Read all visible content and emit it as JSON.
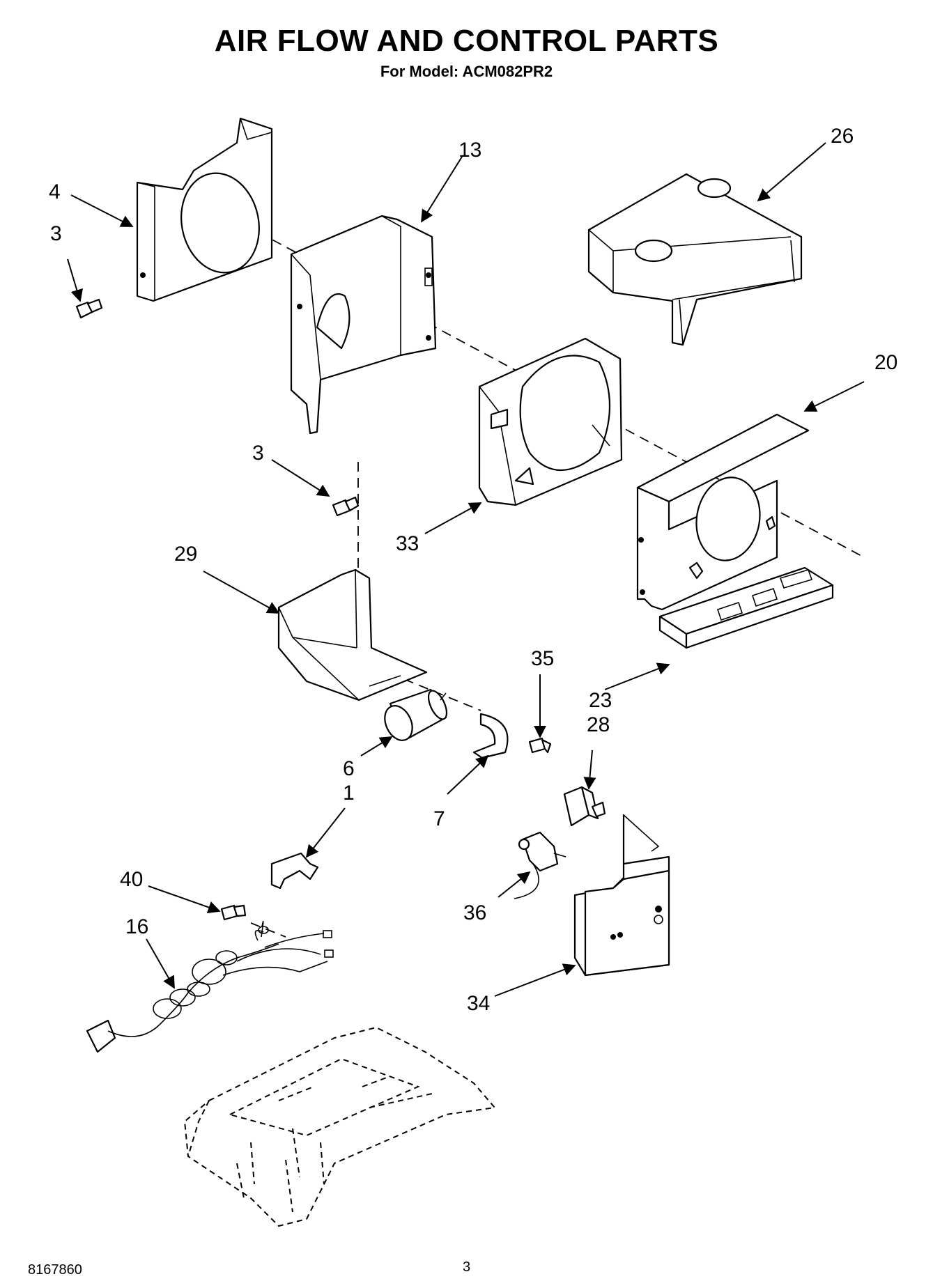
{
  "header": {
    "title": "AIR FLOW AND CONTROL PARTS",
    "subtitle": "For Model: ACM082PR2"
  },
  "footer": {
    "doc_number": "8167860",
    "page_number": "3"
  },
  "callouts": {
    "c4": "4",
    "c3a": "3",
    "c13": "13",
    "c26": "26",
    "c20": "20",
    "c3b": "3",
    "c33": "33",
    "c29": "29",
    "c35": "35",
    "c23": "23",
    "c28": "28",
    "c6": "6",
    "c1": "1",
    "c7": "7",
    "c40": "40",
    "c36": "36",
    "c16": "16",
    "c34": "34"
  },
  "parts": [
    {
      "ref": "4",
      "icon": "scroll-housing-rear-icon"
    },
    {
      "ref": "3",
      "icon": "screw-icon"
    },
    {
      "ref": "13",
      "icon": "orifice-panel-icon"
    },
    {
      "ref": "26",
      "icon": "top-cover-icon"
    },
    {
      "ref": "33",
      "icon": "scroll-housing-front-icon"
    },
    {
      "ref": "20",
      "icon": "bulkhead-icon"
    },
    {
      "ref": "23",
      "icon": "drain-tray-icon"
    },
    {
      "ref": "29",
      "icon": "control-bracket-icon"
    },
    {
      "ref": "6",
      "icon": "capacitor-icon"
    },
    {
      "ref": "7",
      "icon": "capacitor-clamp-icon"
    },
    {
      "ref": "35",
      "icon": "screw-icon"
    },
    {
      "ref": "28",
      "icon": "rotary-switch-icon"
    },
    {
      "ref": "1",
      "icon": "cord-clamp-icon"
    },
    {
      "ref": "40",
      "icon": "ground-screw-icon"
    },
    {
      "ref": "16",
      "icon": "power-cord-harness-icon"
    },
    {
      "ref": "36",
      "icon": "thermostat-icon"
    },
    {
      "ref": "34",
      "icon": "control-panel-icon"
    },
    {
      "ref": "",
      "icon": "base-pan-outline-icon"
    }
  ]
}
